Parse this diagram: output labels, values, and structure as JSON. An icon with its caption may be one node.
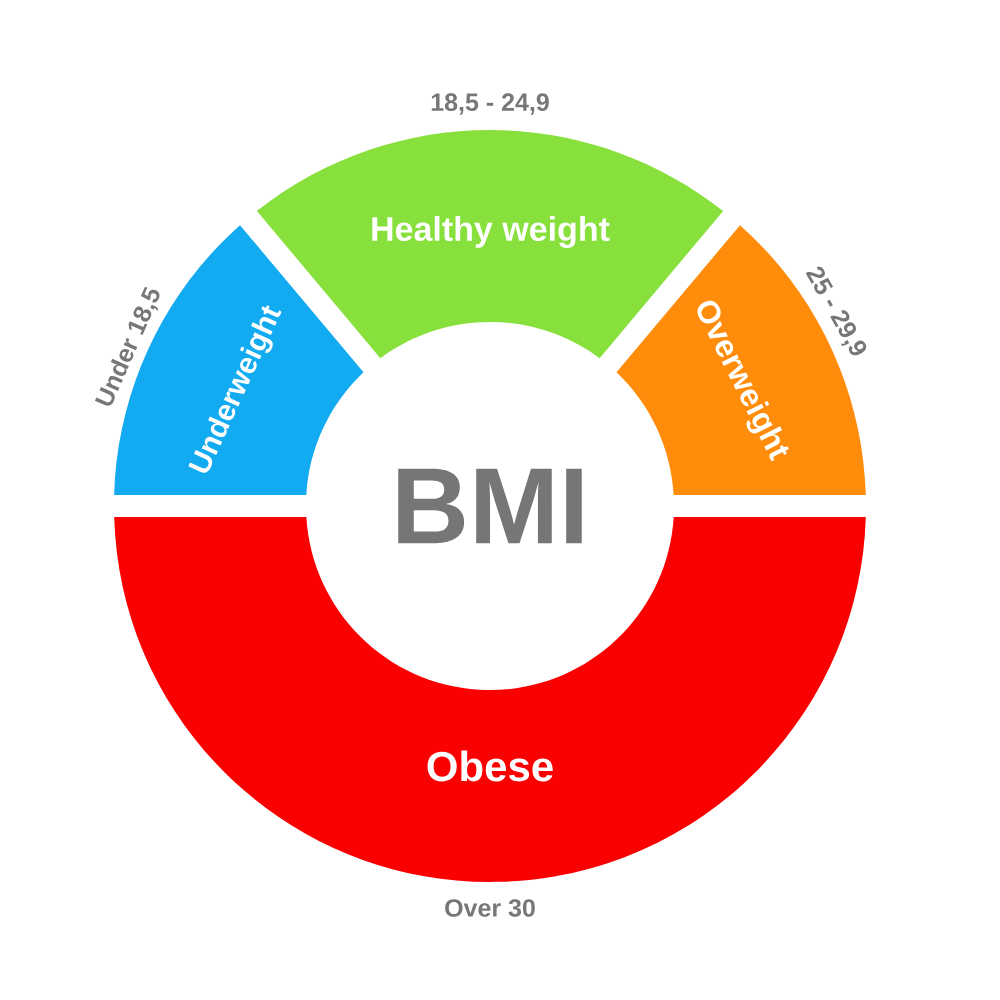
{
  "diagram": {
    "title": "BMI",
    "nodes": [
      {
        "text": [
          "Underweight"
        ],
        "beside": [
          "Under 18,5"
        ]
      },
      {
        "text": [
          "Healthy weight"
        ],
        "beside": [
          "18,5 - 24,9"
        ]
      },
      {
        "text": [
          "Overweight"
        ],
        "beside": [
          "25 - 29,9"
        ]
      },
      {
        "text": [
          "Obese"
        ],
        "beside": [
          "Over 30"
        ]
      }
    ]
  }
}
